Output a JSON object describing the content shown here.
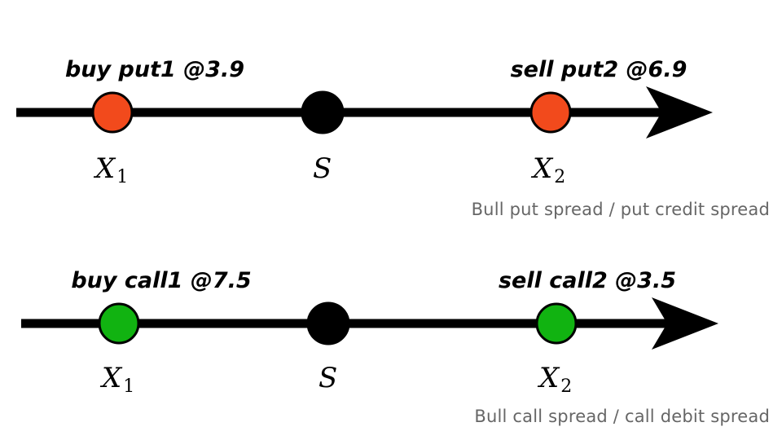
{
  "colors": {
    "line": "#000000",
    "put_marker": "#f24a1c",
    "call_marker": "#11b311",
    "spot_marker": "#000000",
    "caption": "#666666"
  },
  "put_spread": {
    "buy_label": "buy put1 @3.9",
    "sell_label": "sell put2 @6.9",
    "x1": {
      "symbol": "X",
      "subscript": "1"
    },
    "spot": {
      "symbol": "S"
    },
    "x2": {
      "symbol": "X",
      "subscript": "2"
    },
    "caption": "Bull put spread / put credit spread"
  },
  "call_spread": {
    "buy_label": "buy call1 @7.5",
    "sell_label": "sell call2 @3.5",
    "x1": {
      "symbol": "X",
      "subscript": "1"
    },
    "spot": {
      "symbol": "S"
    },
    "x2": {
      "symbol": "X",
      "subscript": "2"
    },
    "caption": "Bull call spread / call debit spread"
  }
}
